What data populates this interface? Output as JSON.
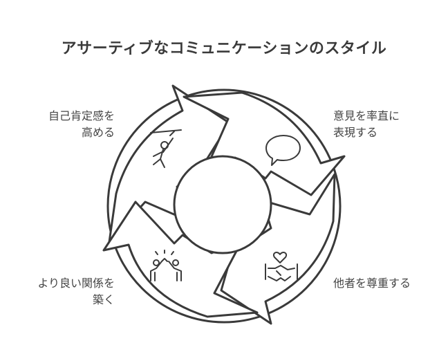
{
  "title": "アサーティブなコミュニケーションのスタイル",
  "steps": [
    {
      "id": "self-esteem",
      "lines": [
        "自己肯定感を",
        "高める"
      ],
      "icon": "cheering-person-icon"
    },
    {
      "id": "express",
      "lines": [
        "意見を率直に",
        "表現する"
      ],
      "icon": "speech-bubble-icon"
    },
    {
      "id": "respect",
      "lines": [
        "他者を尊重する"
      ],
      "icon": "handshake-heart-icon"
    },
    {
      "id": "relationships",
      "lines": [
        "より良い関係を",
        "築く"
      ],
      "icon": "high-five-icon"
    }
  ],
  "colors": {
    "stroke": "#3a3a3a",
    "fill": "#ffffff",
    "text": "#444444"
  }
}
